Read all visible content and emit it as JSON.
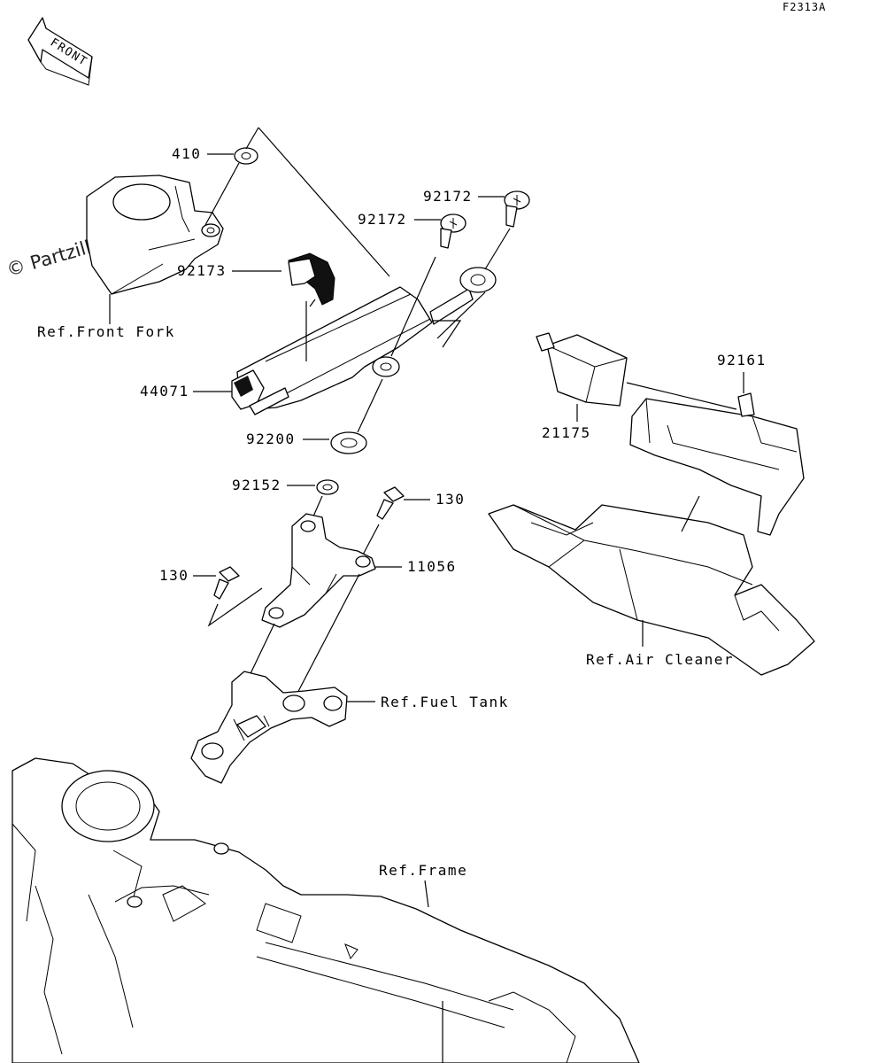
{
  "diagram_code": "F2313A",
  "front_arrow_label": "FRONT",
  "watermark": "© Partzilla.com",
  "parts": [
    {
      "id": "410",
      "label": "410"
    },
    {
      "id": "92172a",
      "label": "92172"
    },
    {
      "id": "92172b",
      "label": "92172"
    },
    {
      "id": "92173",
      "label": "92173"
    },
    {
      "id": "44071",
      "label": "44071"
    },
    {
      "id": "92200",
      "label": "92200"
    },
    {
      "id": "92152",
      "label": "92152"
    },
    {
      "id": "130a",
      "label": "130"
    },
    {
      "id": "130b",
      "label": "130"
    },
    {
      "id": "11056",
      "label": "11056"
    },
    {
      "id": "92161",
      "label": "92161"
    },
    {
      "id": "21175",
      "label": "21175"
    }
  ],
  "references": {
    "front_fork": "Ref.Front Fork",
    "air_cleaner": "Ref.Air Cleaner",
    "fuel_tank": "Ref.Fuel Tank",
    "frame": "Ref.Frame"
  }
}
